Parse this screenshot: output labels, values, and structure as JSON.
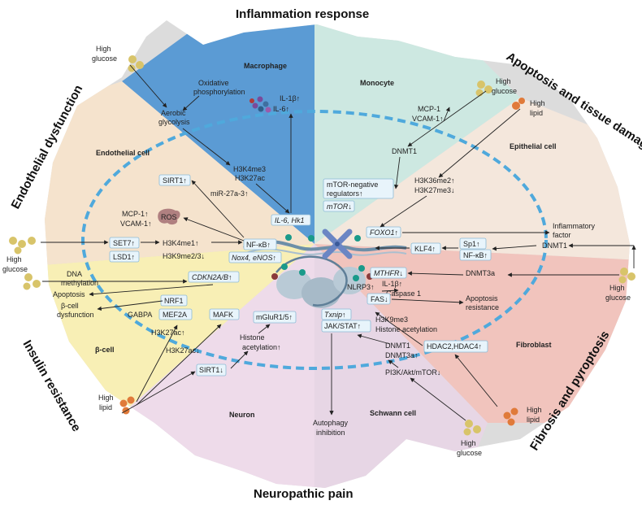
{
  "titles": {
    "top": "Inflammation response",
    "upper_right": "Apoptosis and tissue damage",
    "upper_left": "Endothelial dysfunction",
    "lower_left": "Insulin resistance",
    "lower_right": "Fibrosis and pyroptosis",
    "bottom": "Neuropathic pain"
  },
  "cells": {
    "macrophage": "Macrophage",
    "monocyte": "Monocyte",
    "endothelial": "Endothelial cell",
    "epithelial": "Epithelial cell",
    "beta": "β-cell",
    "fibroblast": "Fibroblast",
    "neuron": "Neuron",
    "schwann": "Schwann cell"
  },
  "stimuli": {
    "hg1a": "High",
    "hg1b": "glucose",
    "hg2a": "High",
    "hg2b": "glucose",
    "hg3a": "High",
    "hg3b": "glucose",
    "hg4a": "High",
    "hg4b": "glucose",
    "hg5a": "High",
    "hg5b": "glucose",
    "hl1a": "High",
    "hl1b": "lipid",
    "hl2a": "High",
    "hl2b": "lipid",
    "hl3a": "High",
    "hl3b": "lipid"
  },
  "labels": {
    "oxphos_1": "Oxidative",
    "oxphos_2": "phosphorylation",
    "aerobic_1": "Aerobic",
    "aerobic_2": "glycolysis",
    "il1b": "IL-1β↑",
    "il6": "IL-6↑",
    "h3k4me3": "H3K4me3",
    "h3k27ac": "H3K27ac",
    "mcp1_mono": "MCP-1",
    "vcam1_mono": "VCAM-1↑",
    "dnmt1_mono": "DNMT1",
    "mtor_neg_1": "mTOR-negative",
    "mtor_neg_2": "regulators↑",
    "mtor": "mTOR↓",
    "h3k36me2": "H3K36me2↑",
    "h3k27me3": "H3K27me3↓",
    "il6hk1": "IL-6, Hk1",
    "sirt1_endo": "SIRT1↑",
    "mir27a": "miR-27a-3↑",
    "mcp1_endo": "MCP-1↑",
    "vcam1_endo": "VCAM-1↑",
    "ros": "ROS",
    "nfkb_endo": "NF-κB↑",
    "nox4": "Nox4, eNOS↑",
    "set7": "SET7↑",
    "lsd1": "LSD1↑",
    "h3k4me1": "H3K4me1↑",
    "h3k9me23": "H3K9me2/3↓",
    "foxo1": "FOXO1↑",
    "inflam_1": "Inflammatory",
    "inflam_2": "factor",
    "sp1": "Sp1↑",
    "nfkb_epi": "NF-κB↑",
    "klf4": "KLF4↑",
    "dnmt1_epi": "DNMT1",
    "dna_meth_1": "DNA",
    "dna_meth_2": "methylation",
    "cdkn2ab": "CDKN2A/B↑",
    "apoptosis": "Apoptosis",
    "bcell_1": "β-cell",
    "bcell_2": "dysfunction",
    "nrf1": "NRF1",
    "gabpa": "GABPA",
    "mef2a": "MEF2A",
    "mafk": "MAFK",
    "h3k27ac_up": "H3K27ac↑",
    "h3k27ac_down": "H3K27ac↓",
    "mthfr": "MTHFR↓",
    "dnmt3a_fib": "DNMT3a",
    "nlrp3": "NLRP3↑",
    "il1b_fib": "IL-1β↑",
    "casp1": "Caspase 1",
    "fas": "FAS↓",
    "apop_res_1": "Apoptosis",
    "apop_res_2": "resistance",
    "h3k9me3": "H3K9me3",
    "histone_acet_fib": "Histone acetylation",
    "hdac": "HDAC2,HDAC4↑",
    "mglur": "mGluR1/5↑",
    "histone_1": "Histone",
    "histone_2": "acetylation↑",
    "sirt1_neu": "SIRT1↓",
    "txnip": "Txnip↑",
    "jakstat": "JAK/STAT↑",
    "dnmt1_sch": "DNMT1",
    "dnmt3a_sch": "DNMT3a↑",
    "pi3k": "PI3K/Akt/mTOR↓",
    "autoph_1": "Autophagy",
    "autoph_2": "inhibition"
  },
  "colors": {
    "macrophage": "#5b9bd4",
    "monocyte": "#cde8e1",
    "endothelial": "#f5e3cd",
    "epithelial": "#f4e7dc",
    "beta": "#f8efb5",
    "fibroblast": "#f1c4bd",
    "neuron": "#eedbea",
    "schwann": "#e7d6e5",
    "background": "#dddddd",
    "dashed_ellipse": "#4fa9dc",
    "box_fill": "#e8f4fb"
  }
}
